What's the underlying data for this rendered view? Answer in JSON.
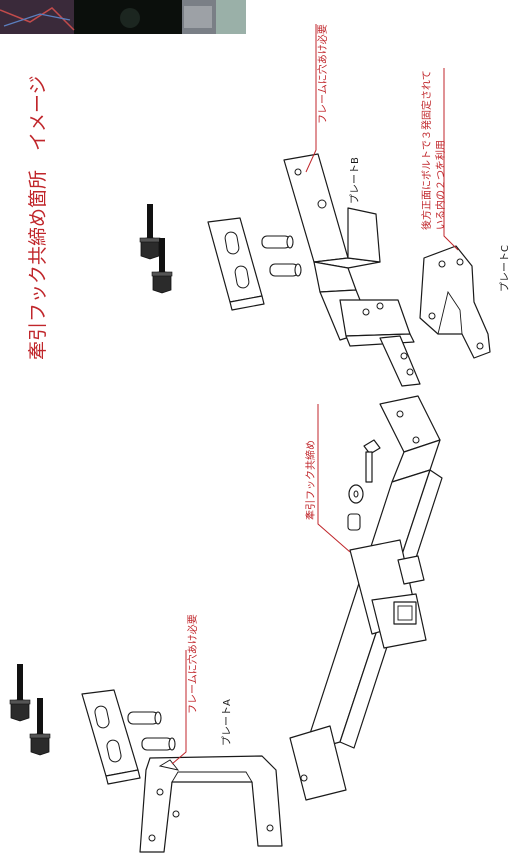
{
  "title": "牽引フック共締め箇所　イメージ",
  "labels": {
    "frame_hole_a": "フレームに穴あけ必要",
    "frame_hole_b": "フレームに穴あけ必要",
    "tow_hook_shared": "牽引フック共締め",
    "plate_a": "プレートA",
    "plate_b": "プレートB",
    "plate_c": "プレートC",
    "rear_bolts_line1": "後方正面にボルトで３発固定されて",
    "rear_bolts_line2": "いる内の２つを利用"
  },
  "colors": {
    "annotation": "#c0262b",
    "line_art": "#1a1a1a",
    "background": "#ffffff"
  },
  "photo": {
    "visible": true,
    "colors": [
      "#3a2a3a",
      "#0b0f0c",
      "#7a7f86",
      "#9ab0a8"
    ]
  }
}
